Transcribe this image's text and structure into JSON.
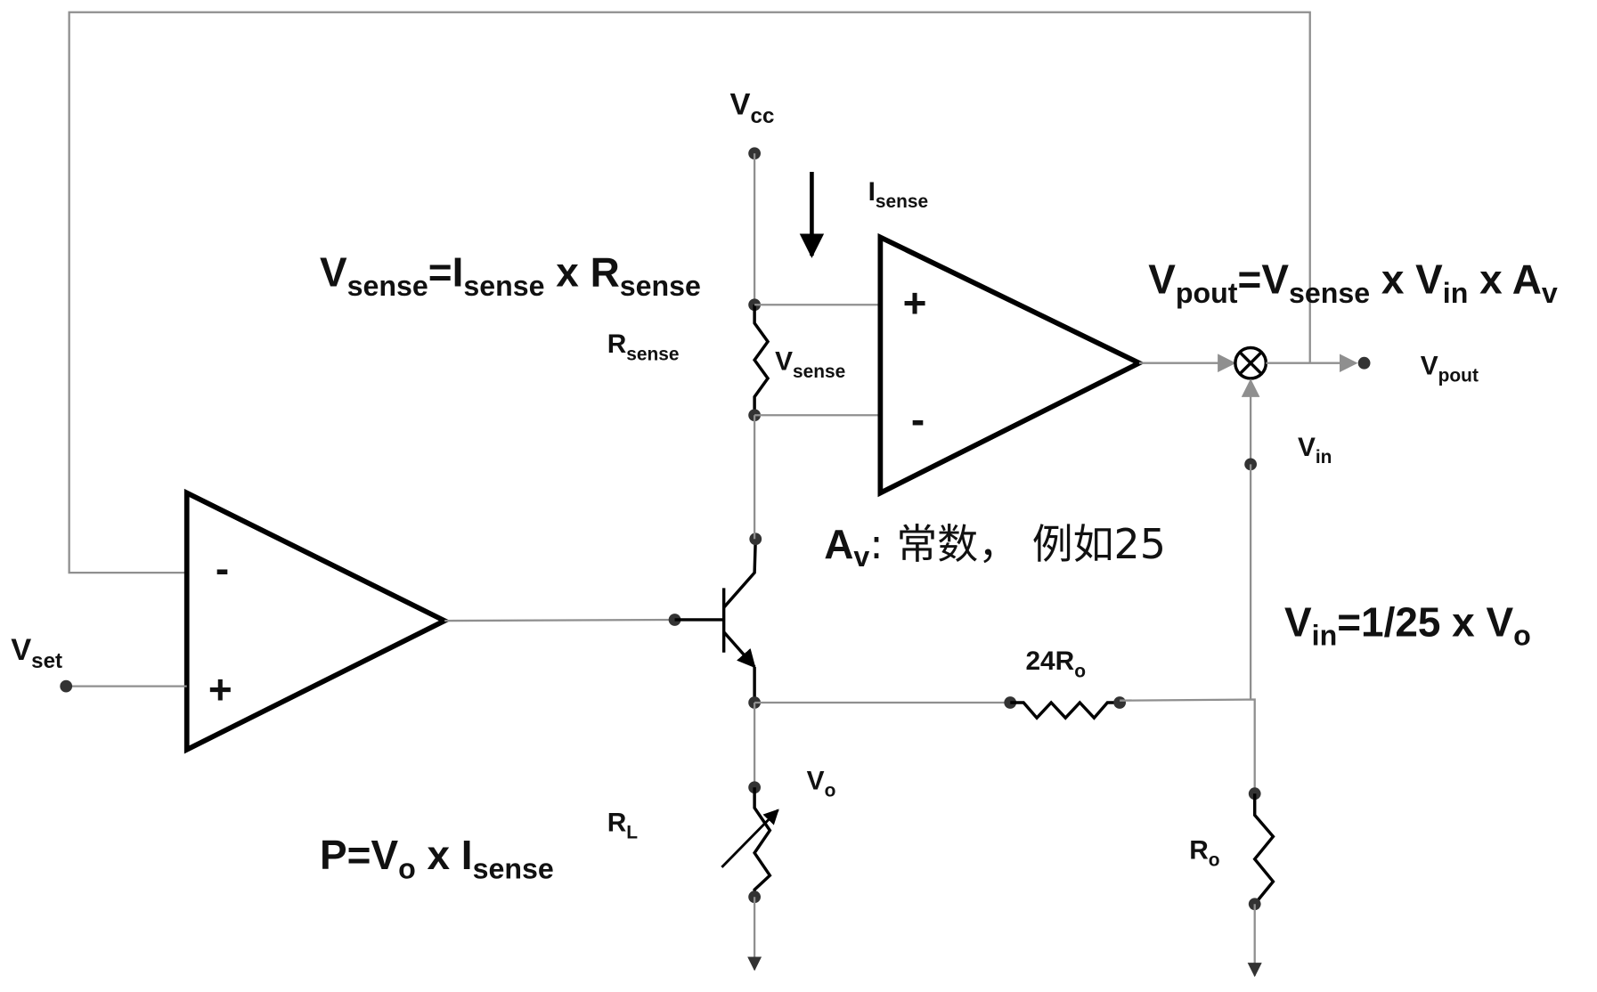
{
  "diagram": {
    "title": "Constant power control circuit with current sensing and multiplier",
    "colors": {
      "wire": "#8f8f8f",
      "component": "#000000",
      "node": "#333333",
      "background": "#ffffff"
    },
    "labels": {
      "vcc": {
        "main": "V",
        "sub": "cc"
      },
      "isense": {
        "main": "I",
        "sub": "sense"
      },
      "rsense": {
        "main": "R",
        "sub": "sense"
      },
      "vsense_resistor": {
        "main": "V",
        "sub": "sense"
      },
      "vset": {
        "main": "V",
        "sub": "set"
      },
      "vpout": {
        "main": "V",
        "sub": "pout"
      },
      "vin": {
        "main": "V",
        "sub": "in"
      },
      "r24": {
        "main": "24R",
        "sub": "o"
      },
      "vo": {
        "main": "V",
        "sub": "o"
      },
      "rl": {
        "main": "R",
        "sub": "L"
      },
      "ro": {
        "main": "R",
        "sub": "o"
      }
    },
    "equations": {
      "vsense_eq": [
        {
          "t": "V",
          "s": false
        },
        {
          "t": "sense",
          "s": true
        },
        {
          "t": "=I",
          "s": false
        },
        {
          "t": "sense",
          "s": true
        },
        {
          "t": " x R",
          "s": false
        },
        {
          "t": "sense",
          "s": true
        }
      ],
      "vpout_eq": [
        {
          "t": "V",
          "s": false
        },
        {
          "t": "pout",
          "s": true
        },
        {
          "t": "=V",
          "s": false
        },
        {
          "t": "sense",
          "s": true
        },
        {
          "t": " x V",
          "s": false
        },
        {
          "t": "in",
          "s": true
        },
        {
          "t": " x A",
          "s": false
        },
        {
          "t": "v",
          "s": true
        }
      ],
      "av_note": {
        "main": "A",
        "sub": "v",
        "rest": ": 常数， 例如25"
      },
      "vin_eq": [
        {
          "t": "V",
          "s": false
        },
        {
          "t": "in",
          "s": true
        },
        {
          "t": "=1/25 x V",
          "s": false
        },
        {
          "t": "o",
          "s": true
        }
      ],
      "power_eq": [
        {
          "t": "P=V",
          "s": false
        },
        {
          "t": "o",
          "s": true
        },
        {
          "t": " x I",
          "s": false
        },
        {
          "t": "sense",
          "s": true
        }
      ]
    },
    "opamp_signs": {
      "amp1_minus": "-",
      "amp1_plus": "+",
      "amp2_plus": "+",
      "amp2_minus": "-"
    },
    "multiplier_symbol": "⊗",
    "av_value": 25,
    "divider_ratio": "1/25"
  }
}
